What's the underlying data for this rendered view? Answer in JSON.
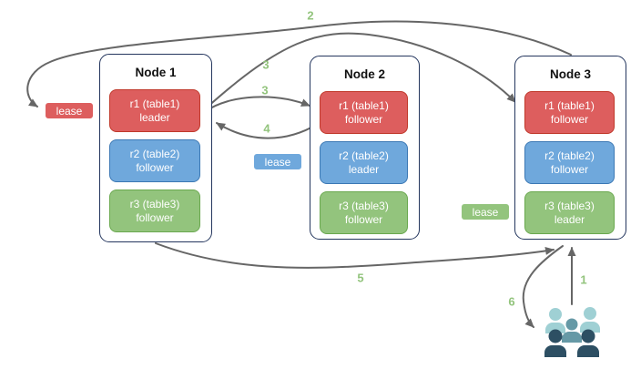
{
  "diagram": {
    "nodes": [
      {
        "title": "Node 1",
        "replicas": [
          {
            "name": "r1 (table1)",
            "role": "leader"
          },
          {
            "name": "r2 (table2)",
            "role": "follower"
          },
          {
            "name": "r3 (table3)",
            "role": "follower"
          }
        ]
      },
      {
        "title": "Node 2",
        "replicas": [
          {
            "name": "r1 (table1)",
            "role": "follower"
          },
          {
            "name": "r2 (table2)",
            "role": "leader"
          },
          {
            "name": "r3 (table3)",
            "role": "follower"
          }
        ]
      },
      {
        "title": "Node 3",
        "replicas": [
          {
            "name": "r1 (table1)",
            "role": "follower"
          },
          {
            "name": "r2 (table2)",
            "role": "follower"
          },
          {
            "name": "r3 (table3)",
            "role": "leader"
          }
        ]
      }
    ],
    "leases": [
      {
        "label": "lease",
        "color": "#dd5e5e"
      },
      {
        "label": "lease",
        "color": "#6fa8dc"
      },
      {
        "label": "lease",
        "color": "#93c47d"
      }
    ],
    "steps": [
      "1",
      "2",
      "3",
      "3",
      "4",
      "5",
      "6"
    ],
    "colors": {
      "replica_red_fill": "#dd5e5e",
      "replica_red_border": "#c0392b",
      "replica_blue_fill": "#6fa8dc",
      "replica_blue_border": "#3c78b4",
      "replica_green_fill": "#93c47d",
      "replica_green_border": "#6aa84f",
      "node_border": "#24365e",
      "arrow": "#666666",
      "step_label": "#93c47d",
      "users_light": "#9fd0d4",
      "users_mid": "#6699a6",
      "users_dark": "#2d4f63",
      "background": "#ffffff"
    }
  }
}
